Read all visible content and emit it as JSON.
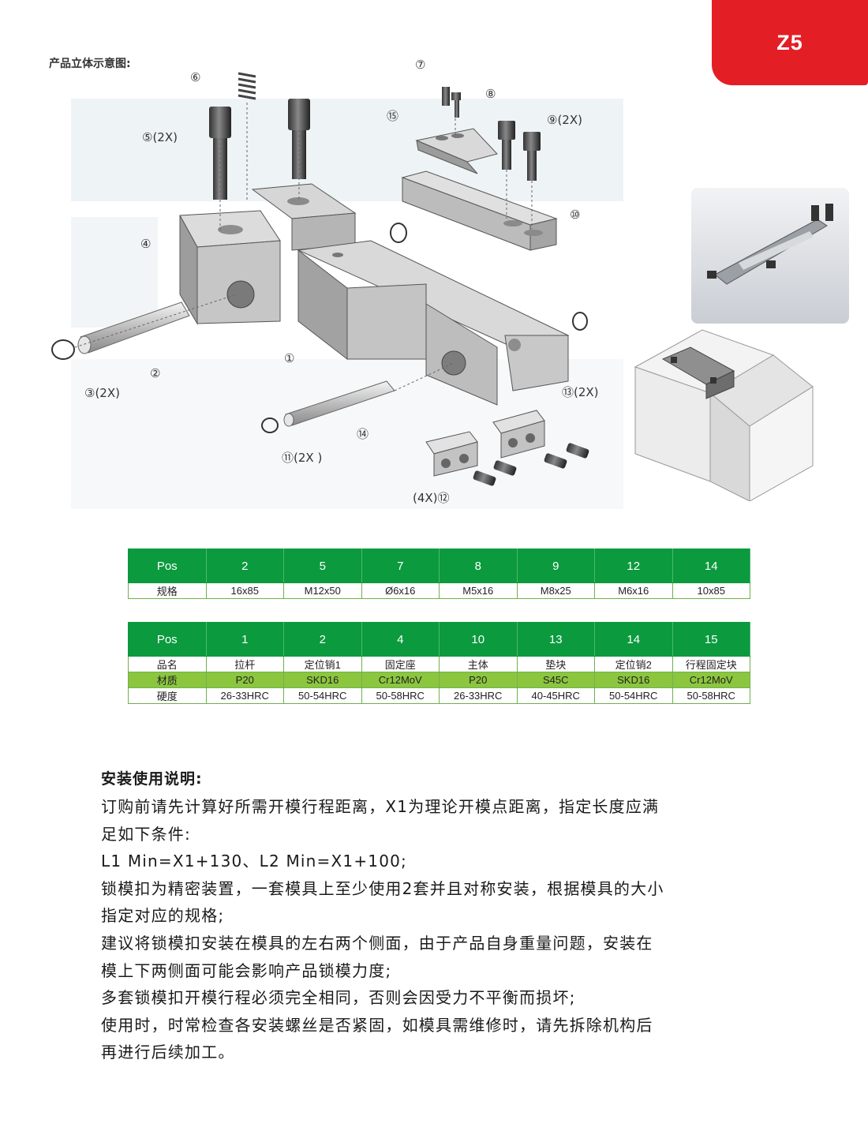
{
  "badge": {
    "code": "Z5"
  },
  "figure": {
    "title": "产品立体示意图:",
    "callouts": [
      {
        "id": "c6",
        "text": "⑥"
      },
      {
        "id": "c5",
        "text": "⑤(2X)"
      },
      {
        "id": "c7",
        "text": "⑦"
      },
      {
        "id": "c8",
        "text": "⑧"
      },
      {
        "id": "c15",
        "text": "⑮"
      },
      {
        "id": "c9",
        "text": "⑨(2X)"
      },
      {
        "id": "c10",
        "text": "⑩"
      },
      {
        "id": "c4",
        "text": "④"
      },
      {
        "id": "c1",
        "text": "①"
      },
      {
        "id": "c2",
        "text": "②"
      },
      {
        "id": "c3",
        "text": "③(2X)"
      },
      {
        "id": "c13",
        "text": "⑬(2X)"
      },
      {
        "id": "c14",
        "text": "⑭"
      },
      {
        "id": "c11",
        "text": "⑪(2X )"
      },
      {
        "id": "c12",
        "text": "(4X)⑫"
      }
    ]
  },
  "spec_table": {
    "header": [
      "Pos",
      "2",
      "5",
      "7",
      "8",
      "9",
      "12",
      "14"
    ],
    "rows": [
      [
        "规格",
        "16x85",
        "M12x50",
        "Ø6x16",
        "M5x16",
        "M8x25",
        "M6x16",
        "10x85"
      ]
    ]
  },
  "material_table": {
    "header": [
      "Pos",
      "1",
      "2",
      "4",
      "10",
      "13",
      "14",
      "15"
    ],
    "rows": [
      [
        "品名",
        "拉杆",
        "定位销1",
        "固定座",
        "主体",
        "垫块",
        "定位销2",
        "行程固定块"
      ],
      [
        "材质",
        "P20",
        "SKD16",
        "Cr12MoV",
        "P20",
        "S45C",
        "SKD16",
        "Cr12MoV"
      ],
      [
        "硬度",
        "26-33HRC",
        "50-54HRC",
        "50-58HRC",
        "26-33HRC",
        "40-45HRC",
        "50-54HRC",
        "50-58HRC"
      ]
    ]
  },
  "instructions": {
    "title": "安装使用说明:",
    "lines": [
      "订购前请先计算好所需开模行程距离，X1为理论开模点距离，指定长度应满",
      "足如下条件:",
      "L1 Min=X1+130、L2 Min=X1+100;",
      "锁模扣为精密装置，一套模具上至少使用2套并且对称安装，根据模具的大小",
      "指定对应的规格;",
      "建议将锁模扣安装在模具的左右两个侧面，由于产品自身重量问题，安装在",
      "模上下两侧面可能会影响产品锁模力度;",
      "多套锁模扣开模行程必须完全相同，否则会因受力不平衡而损坏;",
      "使用时，时常检查各安装螺丝是否紧固，如模具需维修时，请先拆除机构后",
      "再进行后续加工。"
    ]
  }
}
